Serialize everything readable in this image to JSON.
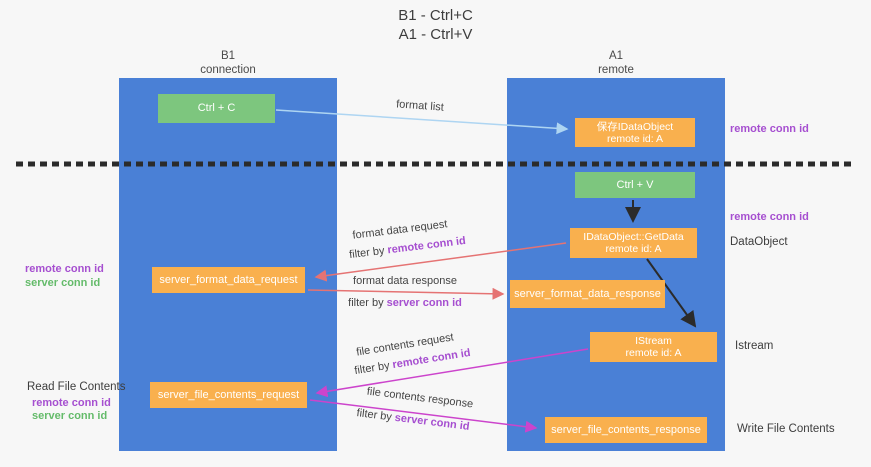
{
  "title": {
    "line1": "B1 - Ctrl+C",
    "line2": "A1 - Ctrl+V"
  },
  "lanes": {
    "left": {
      "title": "B1",
      "subtitle": "connection"
    },
    "right": {
      "title": "A1",
      "subtitle": "remote"
    }
  },
  "nodes": {
    "ctrl_c": {
      "label": "Ctrl + C"
    },
    "ctrl_v": {
      "label": "Ctrl + V"
    },
    "save_idataobject": {
      "line1": "保存IDataObject",
      "line2": "remote id: A"
    },
    "getdata": {
      "line1": "IDataObject::GetData",
      "line2": "remote id: A"
    },
    "istream": {
      "line1": "IStream",
      "line2": "remote id: A"
    },
    "format_request": {
      "label": "server_format_data_request"
    },
    "format_response": {
      "label": "server_format_data_response"
    },
    "file_request": {
      "label": "server_file_contents_request"
    },
    "file_response": {
      "label": "server_file_contents_response"
    }
  },
  "edge_labels": {
    "format_list": "format list",
    "format_data_request": "format data request",
    "format_data_request_filter": "filter by ",
    "format_data_request_key": "remote conn id",
    "format_data_response": "format data response",
    "format_data_response_filter": "filter by ",
    "format_data_response_key": "server conn id",
    "file_contents_request": "file contents request",
    "file_contents_request_filter": "filter by ",
    "file_contents_request_key": "remote conn id",
    "file_contents_response": "file contents response",
    "file_contents_response_filter": "filter by ",
    "file_contents_response_key": "server conn id"
  },
  "side_labels": {
    "remote_conn_id_top_right": "remote conn id",
    "remote_conn_id_mid_right": "remote conn id",
    "dataobject": "DataObject",
    "istream": "Istream",
    "write_file_contents": "Write File Contents",
    "remote_conn_id_left1": "remote conn id",
    "server_conn_id_left1": "server conn id",
    "read_file_contents": "Read File Contents",
    "remote_conn_id_left2": "remote conn id",
    "server_conn_id_left2": "server conn id"
  },
  "colors": {
    "lane_blue": "#4a80d6",
    "node_green": "#7dc67e",
    "node_orange": "#f9b04e",
    "arrow_lightblue": "#aed5f2",
    "arrow_black": "#2b2b2b",
    "arrow_red": "#e57373",
    "arrow_magenta": "#cc44cc",
    "text_purple": "#a64fd0",
    "text_green": "#64bb6a",
    "background": "#f7f7f7"
  }
}
